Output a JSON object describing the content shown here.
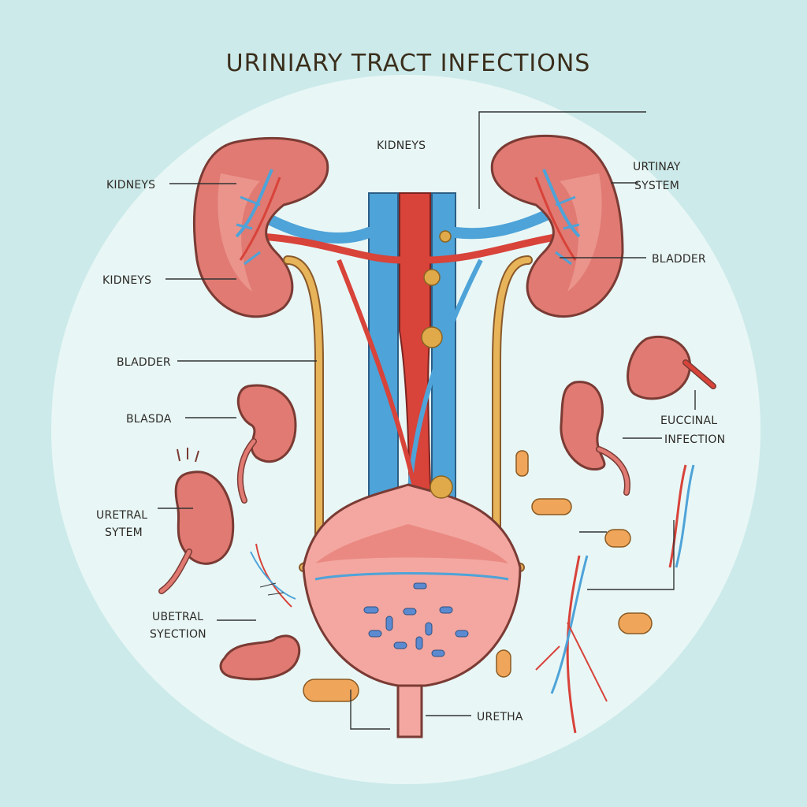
{
  "title": "URINIARY TRACT INFECTIONS",
  "labels": {
    "kidneys_top": "KIDNEYS",
    "kidneys_left": "KIDNEYS",
    "kidneys_left_2": "KIDNEYS",
    "urinary_system_line1": "URTINAY",
    "urinary_system_line2": "SYSTEM",
    "bladder_right": "BLADDER",
    "bladder_left": "BLADDER",
    "blasda": "BLASDA",
    "uretral_system_line1": "URETRAL",
    "uretral_system_line2": "SYTEM",
    "uberal_syection_line1": "UBETRAL",
    "uberal_syection_line2": "SYECTION",
    "eucinal_infection_line1": "EUCCINAL",
    "eucinal_infection_line2": "INFECTION",
    "urethra": "URETHA"
  },
  "colors": {
    "background": "#cdeaea",
    "circle": "#e8f7f6",
    "kidney": "#e07a72",
    "kidney_inner": "#f1a59c",
    "vein": "#4ea3d8",
    "artery": "#d8433a",
    "ureter": "#e8b45a",
    "bladder": "#f3a7a0",
    "bacteria": "#f0a65a",
    "bacteria_blue": "#5b8ad0"
  }
}
